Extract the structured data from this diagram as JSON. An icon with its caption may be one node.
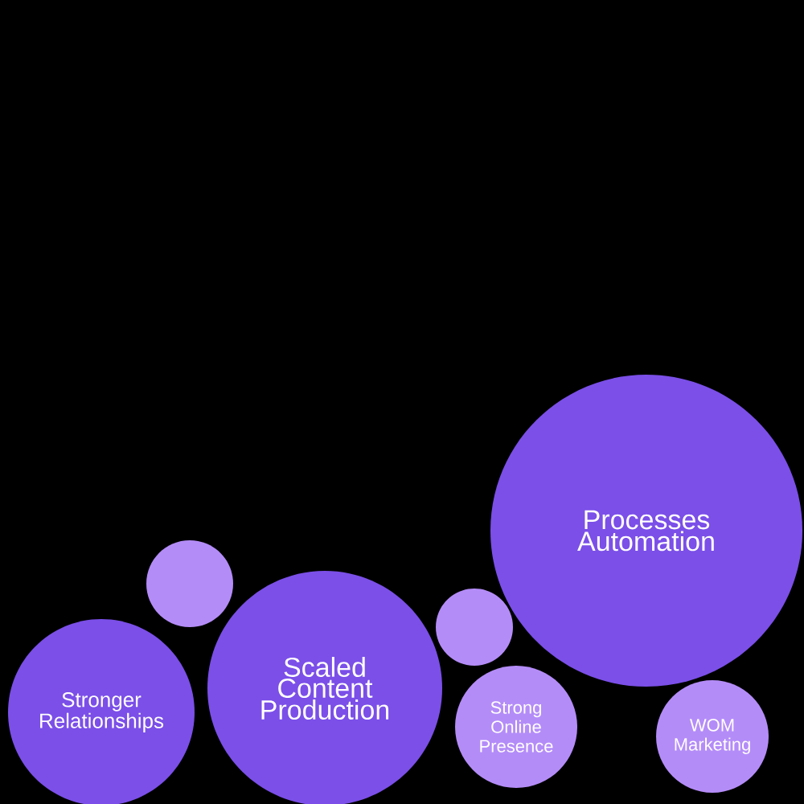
{
  "diagram": {
    "nodes": [
      {
        "text": [
          "Stronger Relationships"
        ]
      },
      {
        "text": [],
        "shape": "circle"
      },
      {
        "text": [
          "Scaled Content Production"
        ]
      },
      {
        "text": [],
        "shape": "circle"
      },
      {
        "text": [
          "Processes Automation"
        ]
      },
      {
        "text": [
          "Strong Online Presence"
        ]
      },
      {
        "text": [
          "WOM Marketing"
        ]
      }
    ]
  }
}
